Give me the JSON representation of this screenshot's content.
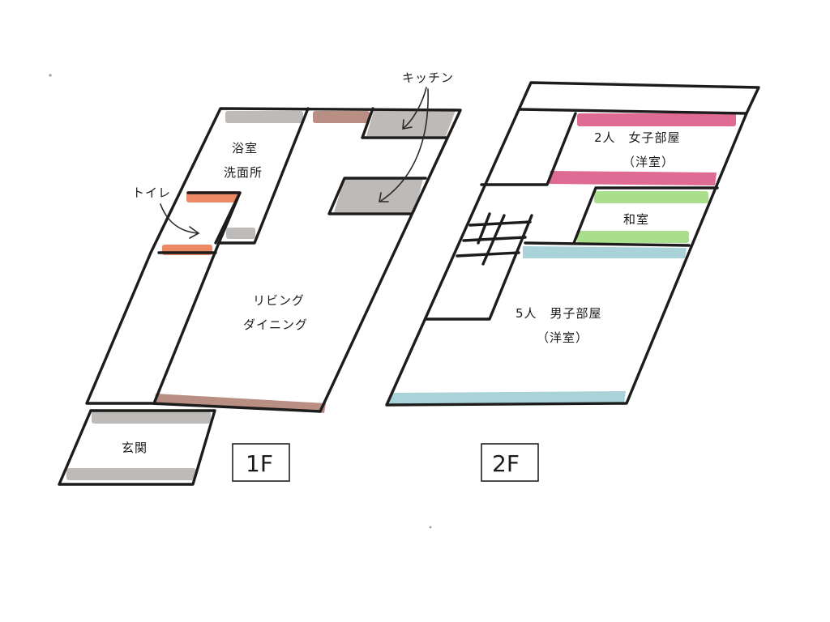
{
  "colors": {
    "gray": "#bdbab8",
    "brown": "#b98f84",
    "orange": "#ec8a66",
    "pink": "#df6b95",
    "green": "#a9df8a",
    "blue": "#a9d3d8"
  },
  "floor1": {
    "tag": "1F",
    "kitchen": "キッチン",
    "bath_line1": "浴室",
    "bath_line2": "洗面所",
    "toilet": "トイレ",
    "living_line1": "リビング",
    "living_line2": "ダイニング",
    "entrance": "玄関"
  },
  "floor2": {
    "tag": "2F",
    "girls_line1": "2人　女子部屋",
    "girls_line2": "（洋室）",
    "japanese": "和室",
    "boys_line1": "5人　男子部屋",
    "boys_line2": "（洋室）"
  }
}
